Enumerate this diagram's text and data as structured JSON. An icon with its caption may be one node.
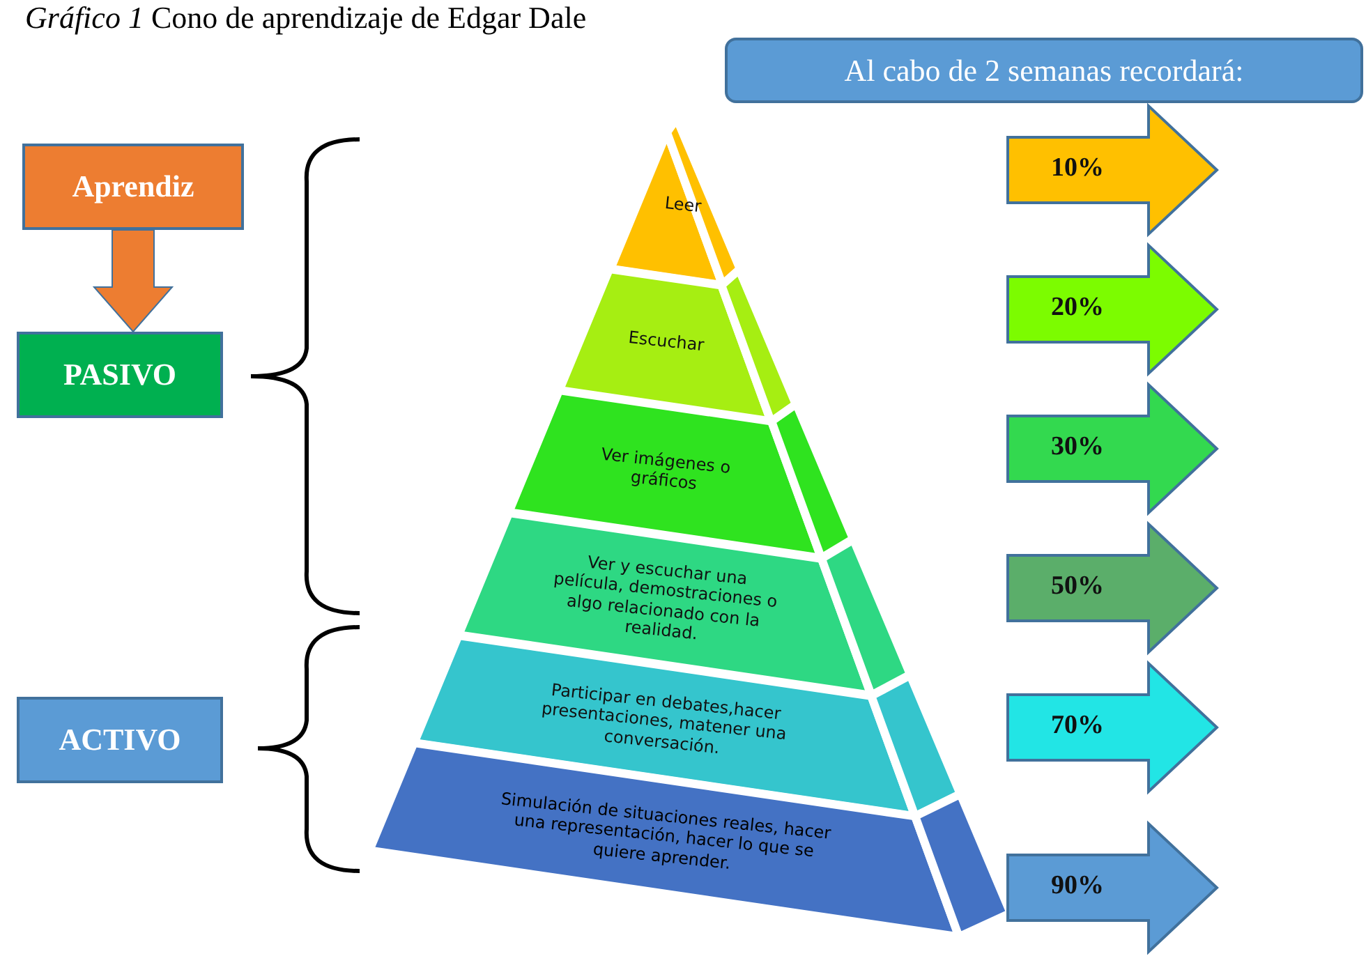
{
  "diagram": {
    "title": "*Gráfico 1* Cono de aprendizaje de Edgar Dale",
    "nodes": [
      {
        "text": [
          "Aprendiz"
        ]
      },
      {
        "text": [
          "PASIVO"
        ]
      },
      {
        "text": [
          "ACTIVO"
        ]
      },
      {
        "text": [
          "Al cabo de 2 semanas recordará:"
        ]
      },
      {
        "text": [
          "Leer"
        ]
      },
      {
        "text": [
          "Escuchar"
        ]
      },
      {
        "text": [
          "Ver imágenes o gráficos"
        ]
      },
      {
        "text": [
          "Ver y escuchar una película, demostraciones o algo relacionado con la realidad."
        ]
      },
      {
        "text": [
          "Participar en debates,hacer presentaciones, matener una conversación."
        ]
      },
      {
        "text": [
          "Simulación de situaciones reales, hacer una representación, hacer lo que se quiere aprender."
        ]
      },
      {
        "text": [
          "10%"
        ]
      },
      {
        "text": [
          "20%"
        ]
      },
      {
        "text": [
          "30%"
        ]
      },
      {
        "text": [
          "50%"
        ]
      },
      {
        "text": [
          "70%"
        ]
      },
      {
        "text": [
          "90%"
        ]
      }
    ],
    "edges": [
      {
        "from": 0,
        "to": 1,
        "arrow": "to",
        "style": "thick",
        "color": "#ed7d31"
      }
    ]
  }
}
